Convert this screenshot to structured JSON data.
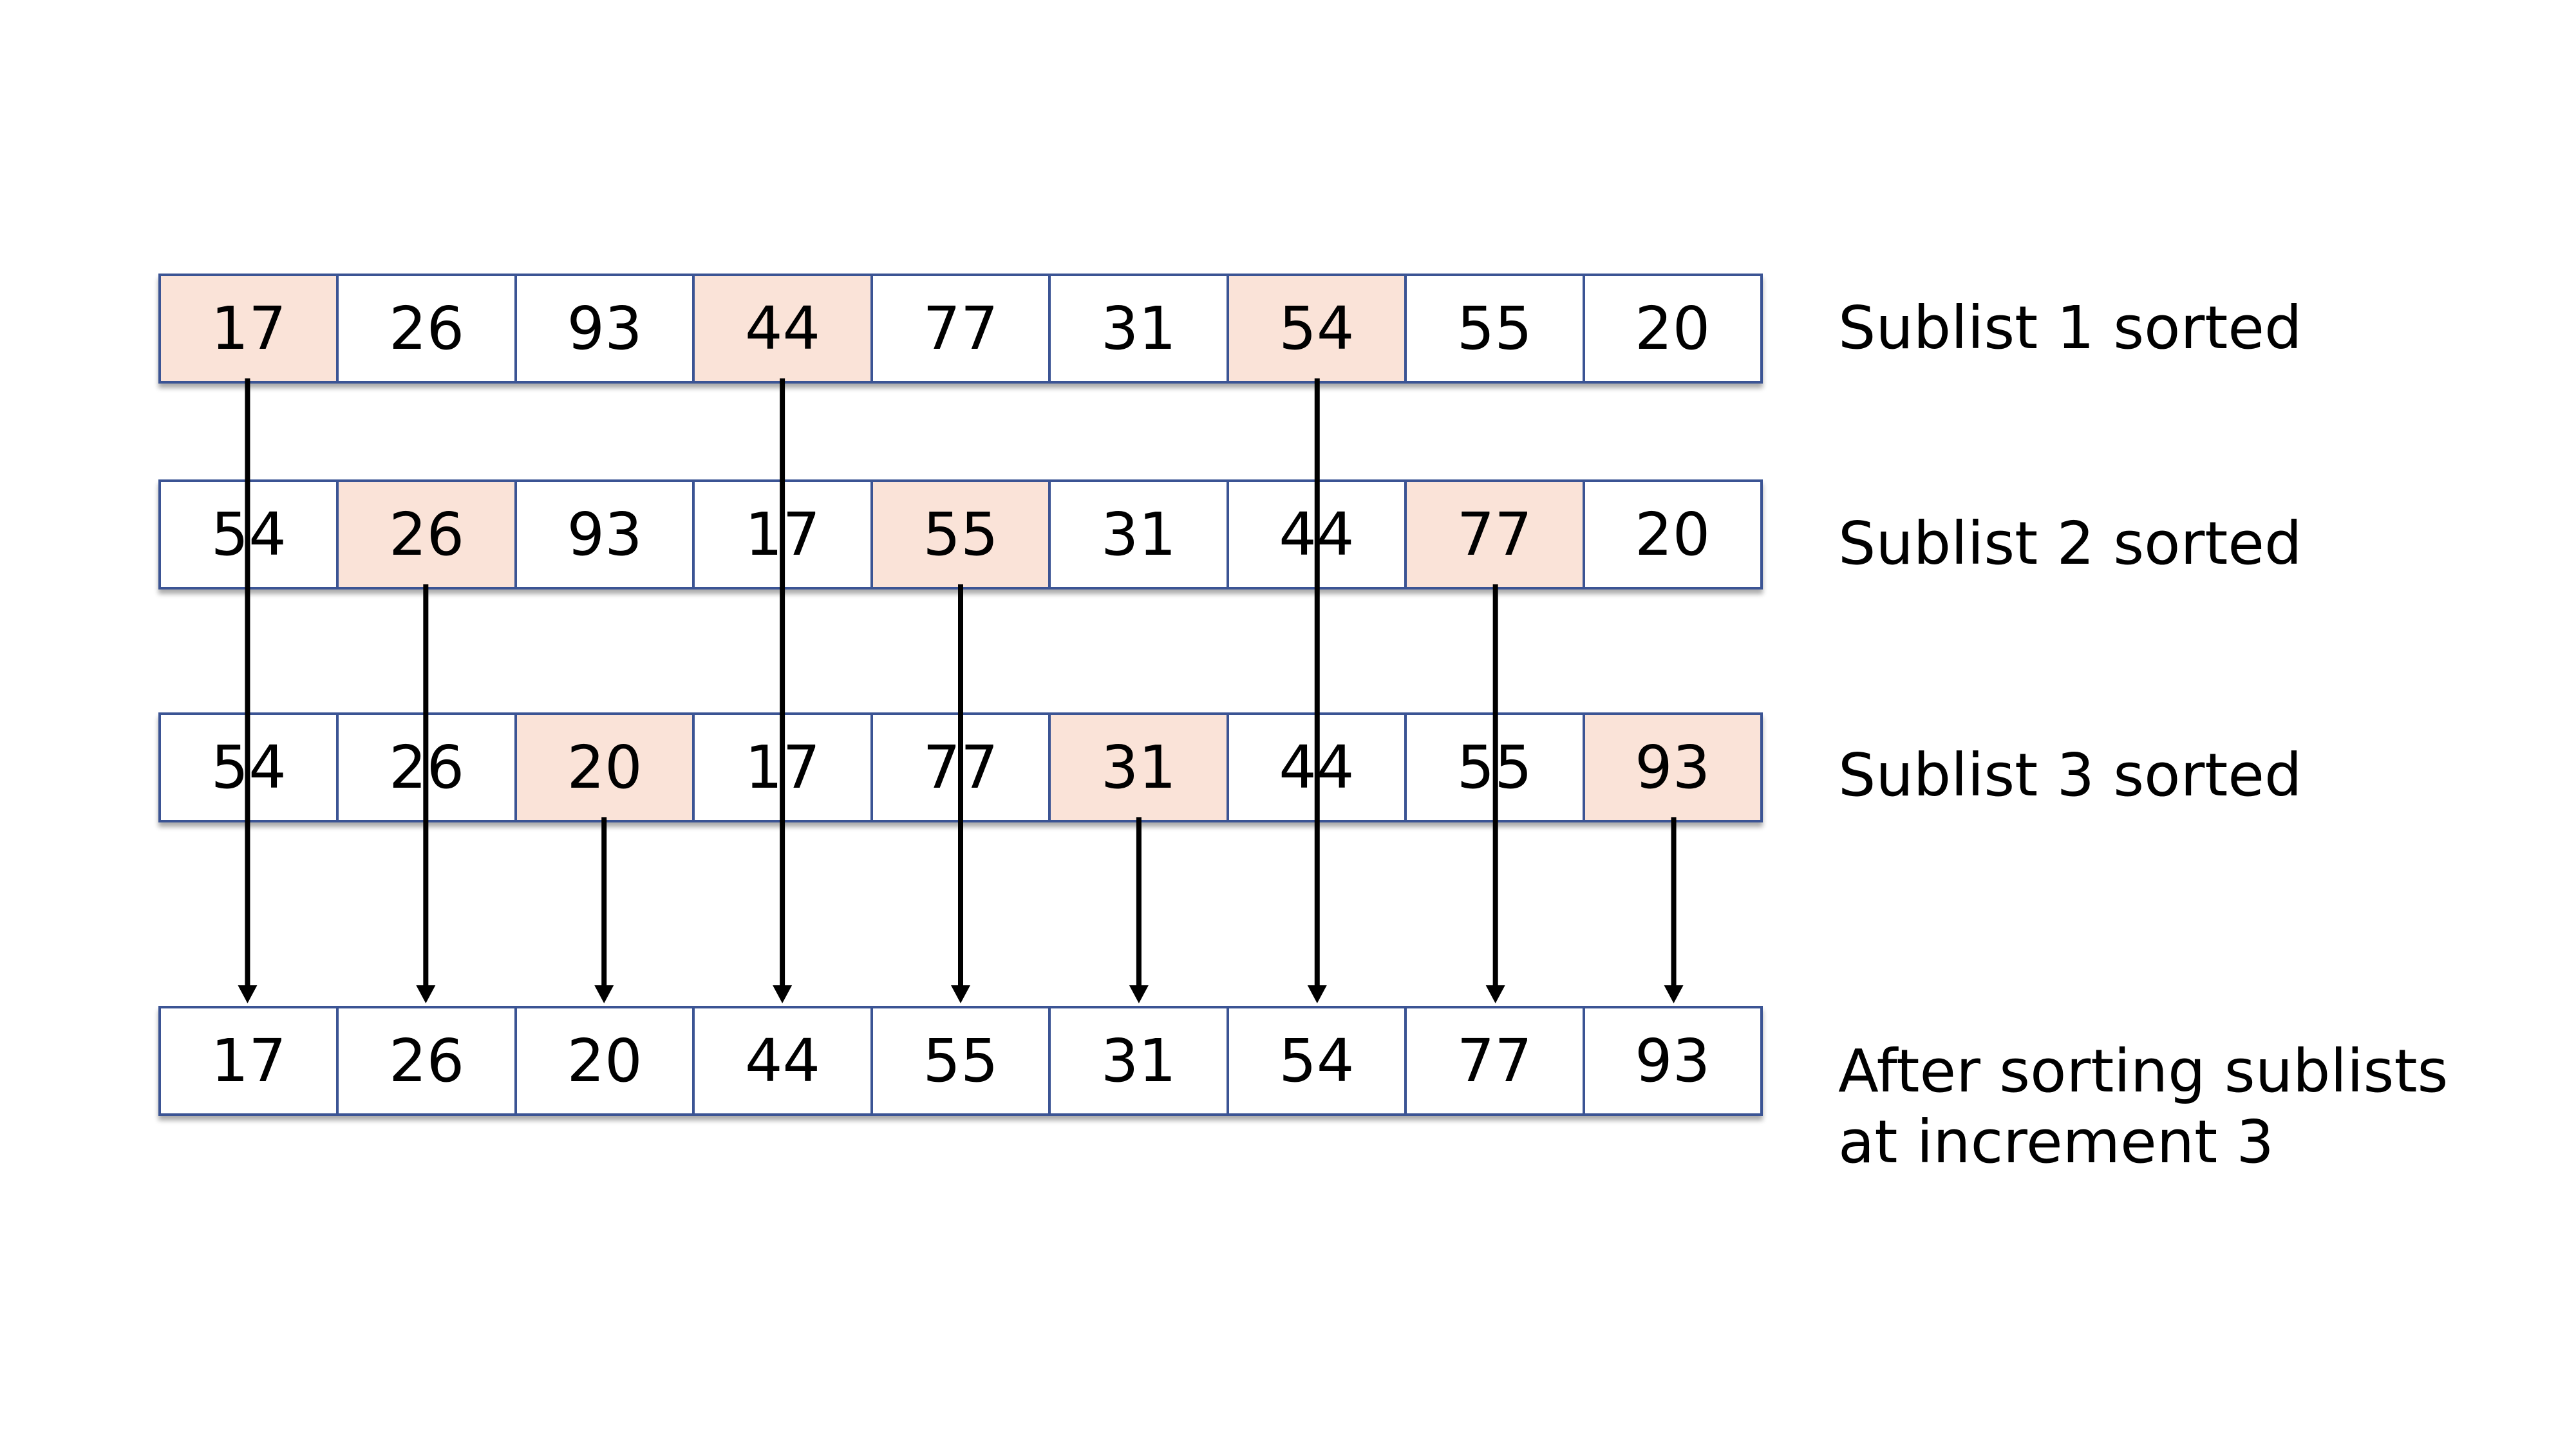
{
  "diagram": {
    "rows": [
      {
        "label": "Sublist 1 sorted",
        "cells": [
          {
            "value": "17",
            "highlight": true
          },
          {
            "value": "26",
            "highlight": false
          },
          {
            "value": "93",
            "highlight": false
          },
          {
            "value": "44",
            "highlight": true
          },
          {
            "value": "77",
            "highlight": false
          },
          {
            "value": "31",
            "highlight": false
          },
          {
            "value": "54",
            "highlight": true
          },
          {
            "value": "55",
            "highlight": false
          },
          {
            "value": "20",
            "highlight": false
          }
        ]
      },
      {
        "label": "Sublist 2 sorted",
        "cells": [
          {
            "value": "54",
            "highlight": false
          },
          {
            "value": "26",
            "highlight": true
          },
          {
            "value": "93",
            "highlight": false
          },
          {
            "value": "17",
            "highlight": false
          },
          {
            "value": "55",
            "highlight": true
          },
          {
            "value": "31",
            "highlight": false
          },
          {
            "value": "44",
            "highlight": false
          },
          {
            "value": "77",
            "highlight": true
          },
          {
            "value": "20",
            "highlight": false
          }
        ]
      },
      {
        "label": "Sublist 3 sorted",
        "cells": [
          {
            "value": "54",
            "highlight": false
          },
          {
            "value": "26",
            "highlight": false
          },
          {
            "value": "20",
            "highlight": true
          },
          {
            "value": "17",
            "highlight": false
          },
          {
            "value": "77",
            "highlight": false
          },
          {
            "value": "31",
            "highlight": true
          },
          {
            "value": "44",
            "highlight": false
          },
          {
            "value": "55",
            "highlight": false
          },
          {
            "value": "93",
            "highlight": true
          }
        ]
      },
      {
        "label_lines": [
          "After sorting sublists",
          "at increment 3"
        ],
        "cells": [
          {
            "value": "17",
            "highlight": false
          },
          {
            "value": "26",
            "highlight": false
          },
          {
            "value": "20",
            "highlight": false
          },
          {
            "value": "44",
            "highlight": false
          },
          {
            "value": "55",
            "highlight": false
          },
          {
            "value": "31",
            "highlight": false
          },
          {
            "value": "54",
            "highlight": false
          },
          {
            "value": "77",
            "highlight": false
          },
          {
            "value": "93",
            "highlight": false
          }
        ]
      }
    ],
    "arrows": [
      {
        "column": 0,
        "from_row": 0,
        "to_row": 3
      },
      {
        "column": 3,
        "from_row": 0,
        "to_row": 3
      },
      {
        "column": 6,
        "from_row": 0,
        "to_row": 3
      },
      {
        "column": 1,
        "from_row": 1,
        "to_row": 3
      },
      {
        "column": 4,
        "from_row": 1,
        "to_row": 3
      },
      {
        "column": 7,
        "from_row": 1,
        "to_row": 3
      },
      {
        "column": 2,
        "from_row": 2,
        "to_row": 3
      },
      {
        "column": 5,
        "from_row": 2,
        "to_row": 3
      },
      {
        "column": 8,
        "from_row": 2,
        "to_row": 3
      }
    ],
    "colors": {
      "highlight_fill": "#fae3d8",
      "cell_border": "#3b5494",
      "arrow": "#000000"
    }
  }
}
